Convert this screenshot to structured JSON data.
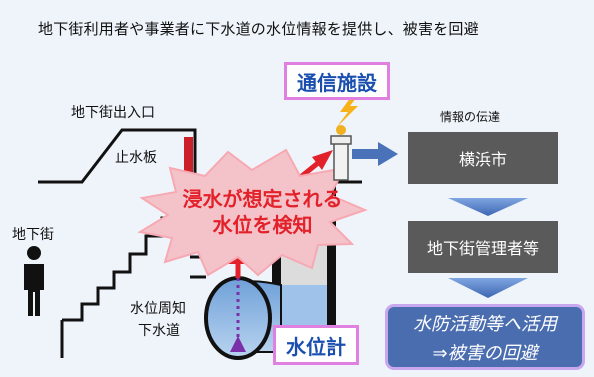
{
  "headline": "地下街利用者や事業者に下水道の水位情報を提供し、被害を回避",
  "labels": {
    "underground_entrance": "地下街出入口",
    "stop_board": "止水板",
    "underground_mall": "地下街",
    "sewer_line1": "水位周知",
    "sewer_line2": "下水道",
    "info_transmission": "情報の伝達"
  },
  "callouts": {
    "comm_facility": "通信施設",
    "water_gauge": "水位計"
  },
  "burst": {
    "line1": "浸水が想定される",
    "line2": "水位を検知"
  },
  "flow": {
    "step1": "横浜市",
    "step2": "地下街管理者等",
    "result_line1": "水防活動等へ活用",
    "result_line2": "⇒被害の回避"
  },
  "colors": {
    "accent_blue": "#4a72b8",
    "alert_red": "#e2212b",
    "pink_border": "#e080e0",
    "dark_box": "#5a5a5a"
  }
}
